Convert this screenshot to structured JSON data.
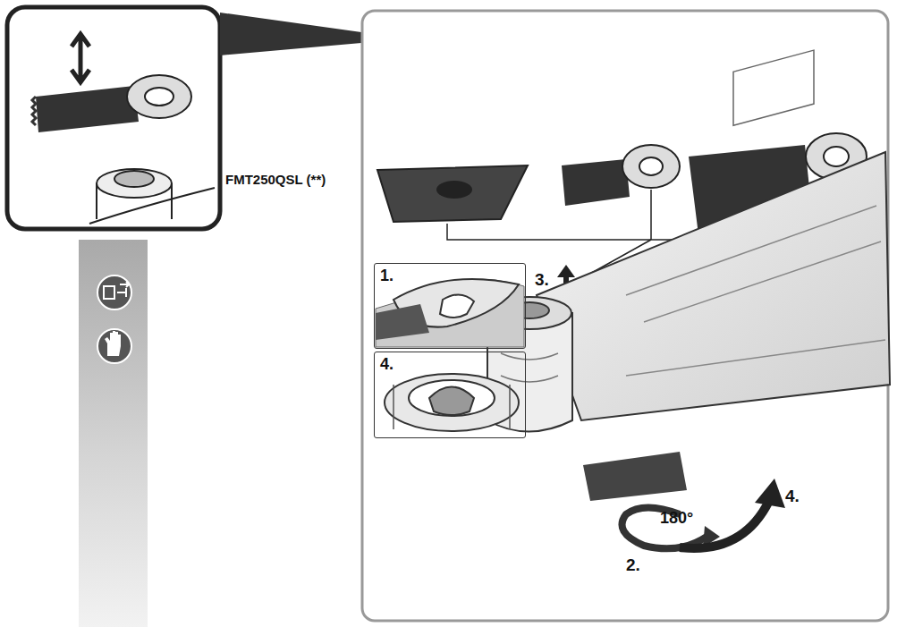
{
  "diagram": {
    "nodes": [
      {
        "text": [
          "1."
        ]
      },
      {
        "text": [
          "4."
        ]
      }
    ],
    "labels": [
      "FMT250QSL (**)",
      "3.",
      "180°",
      "2.",
      "4."
    ]
  }
}
